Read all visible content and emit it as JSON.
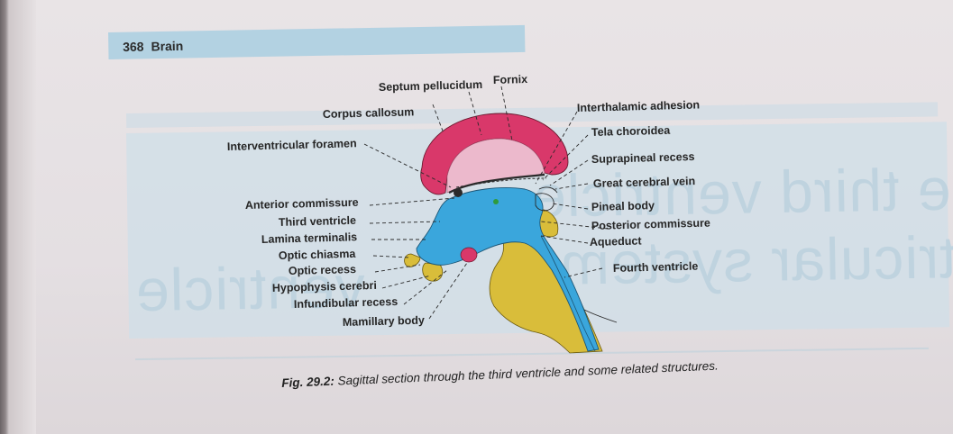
{
  "running_head": {
    "page_number": "368",
    "section": "Brain"
  },
  "show_through": [
    "The third ventricle",
    "ventricular system",
    "ventricle"
  ],
  "labels": {
    "septum_pellucidum": "Septum pellucidum",
    "fornix": "Fornix",
    "corpus_callosum": "Corpus callosum",
    "interthalamic_adhesion": "Interthalamic adhesion",
    "tela_choroidea": "Tela choroidea",
    "interventricular_foramen": "Interventricular foramen",
    "suprapineal_recess": "Suprapineal recess",
    "great_cerebral_vein": "Great cerebral vein",
    "anterior_commissure": "Anterior commissure",
    "pineal_body": "Pineal body",
    "third_ventricle": "Third ventricle",
    "posterior_commissure": "Posterior commissure",
    "lamina_terminalis": "Lamina terminalis",
    "aqueduct": "Aqueduct",
    "optic_chiasma": "Optic chiasma",
    "optic_recess": "Optic recess",
    "fourth_ventricle": "Fourth ventricle",
    "hypophysis_cerebri": "Hypophysis cerebri",
    "infundibular_recess": "Infundibular recess",
    "mamillary_body": "Mamillary body"
  },
  "caption": {
    "label": "Fig. 29.2:",
    "text": " Sagittal section through the third ventricle and some related structures."
  },
  "colors": {
    "corpus_callosum": "#d9386a",
    "septum": "#e7a3bd",
    "ventricle": "#3aa6dc",
    "brainstem": "#d9bd3a",
    "header_band": "#a9cfe2"
  }
}
